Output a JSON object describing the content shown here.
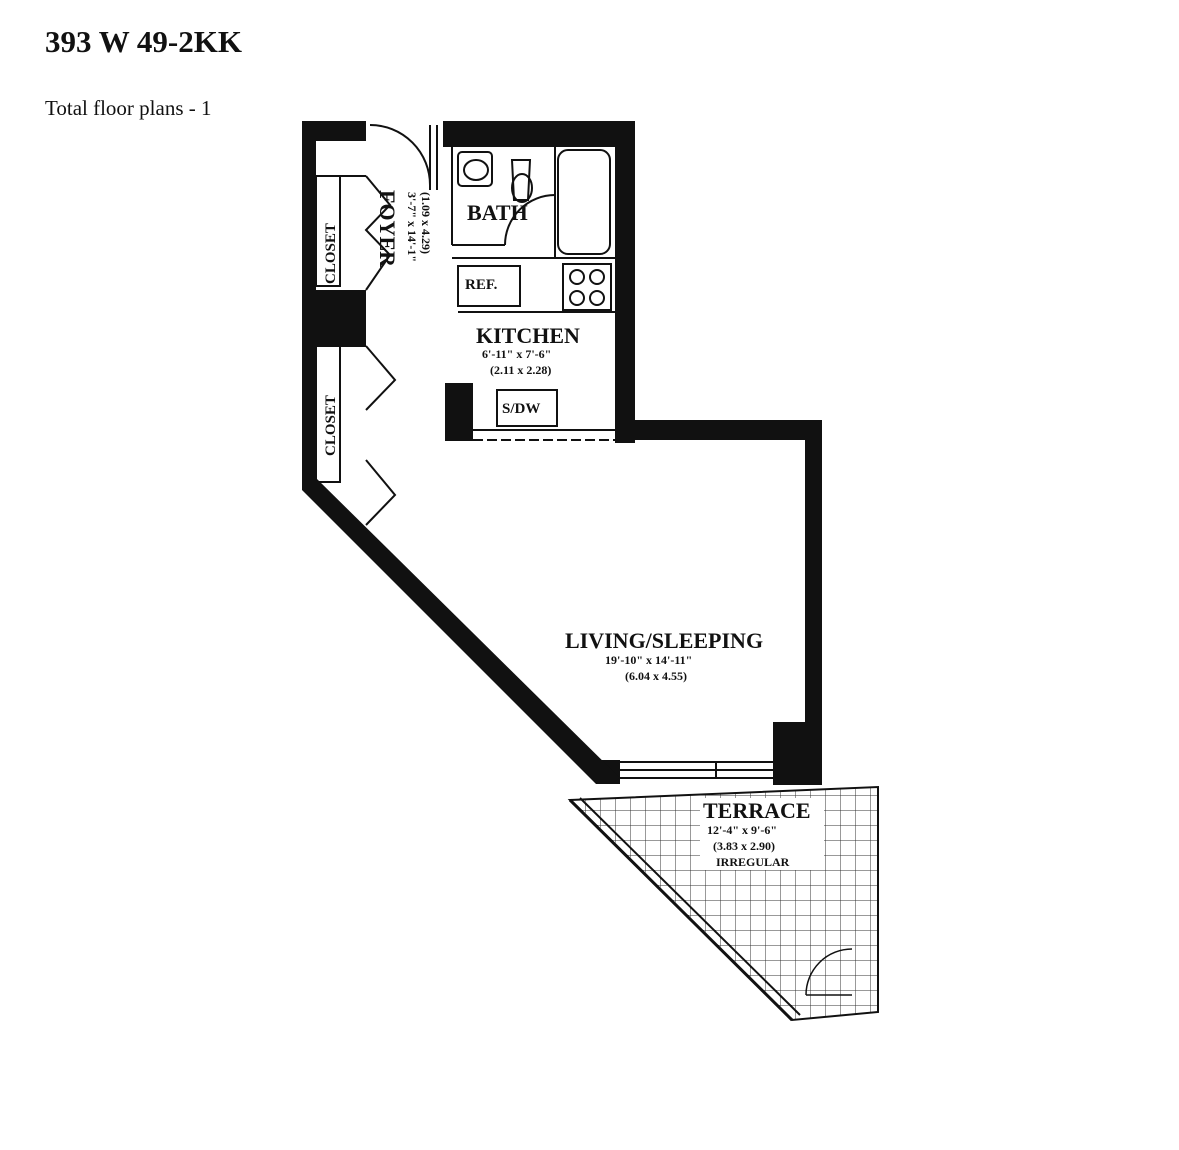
{
  "header": {
    "title": "393 W 49-2KK",
    "subtitle": "Total floor plans - 1"
  },
  "rooms": {
    "foyer": {
      "name": "FOYER",
      "dim_ft": "3'-7\" x 14'-1\"",
      "dim_m": "(1.09 x 4.29)"
    },
    "bath": {
      "name": "BATH"
    },
    "kitchen": {
      "name": "KITCHEN",
      "dim_ft": "6'-11\" x 7'-6\"",
      "dim_m": "(2.11 x 2.28)"
    },
    "living": {
      "name": "LIVING/SLEEPING",
      "dim_ft": "19'-10\" x 14'-11\"",
      "dim_m": "(6.04 x 4.55)"
    },
    "terrace": {
      "name": "TERRACE",
      "dim_ft": "12'-4\" x 9'-6\"",
      "dim_m": "(3.83 x 2.90)",
      "note": "IRREGULAR"
    }
  },
  "fixtures": {
    "ref": "REF.",
    "sdw": "S/DW",
    "closet_upper": "CLOSET",
    "closet_lower": "CLOSET"
  },
  "colors": {
    "wall": "#111111",
    "background": "#ffffff"
  }
}
